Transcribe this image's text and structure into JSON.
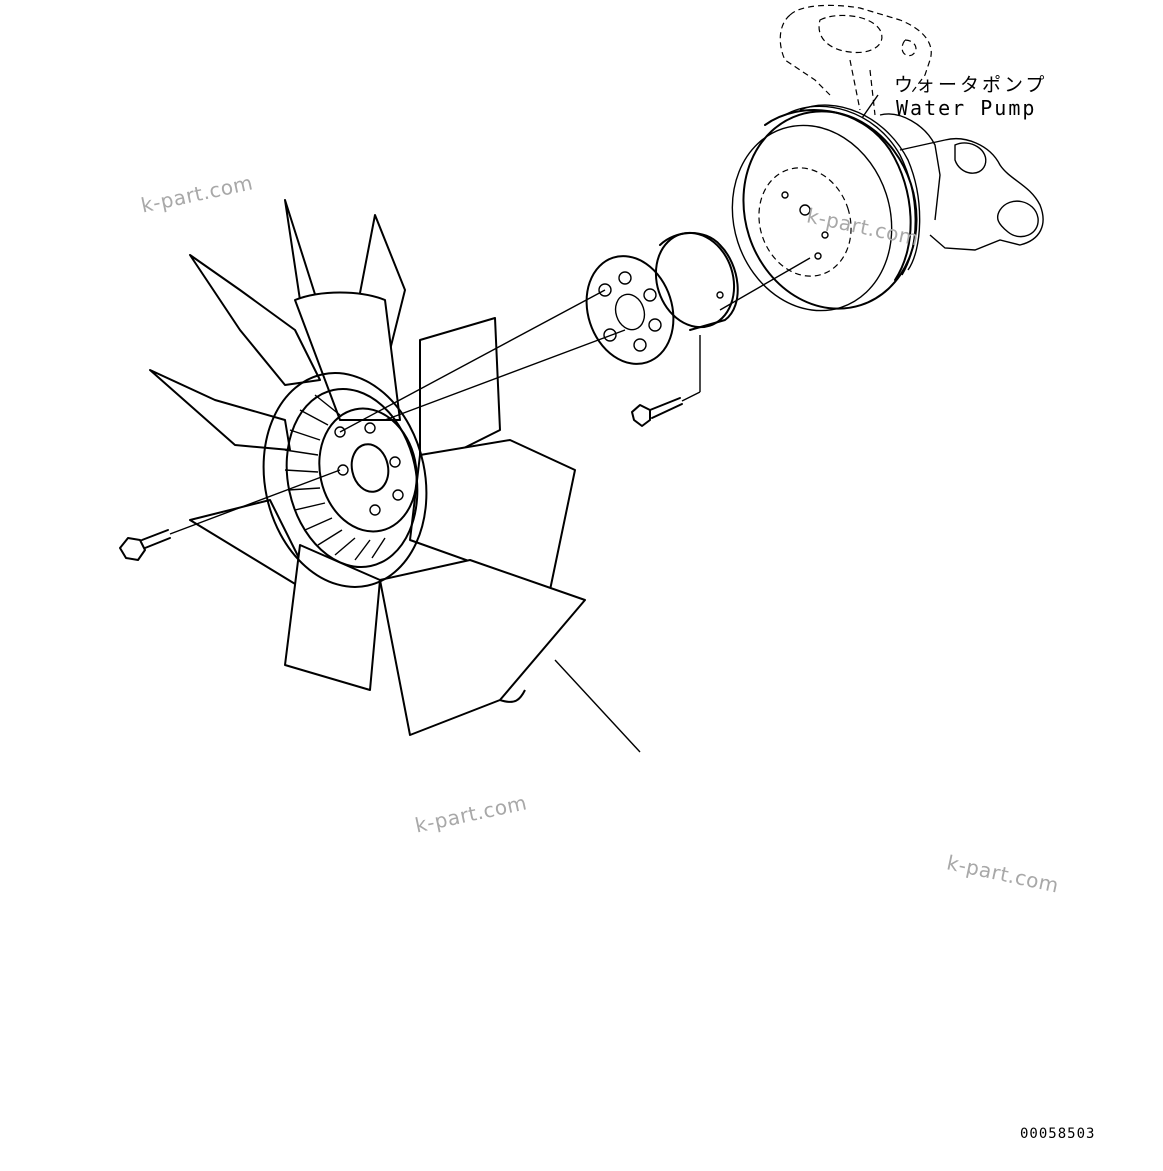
{
  "labels": {
    "water_pump_jp": "ウォータポンプ",
    "water_pump_en": "Water Pump"
  },
  "drawing_number": "00058503",
  "watermarks": [
    "k-part.com",
    "k-part.com",
    "k-part.com",
    "k-part.com"
  ],
  "colors": {
    "line": "#000000",
    "watermark": "#a8a8a8",
    "background": "#ffffff"
  }
}
